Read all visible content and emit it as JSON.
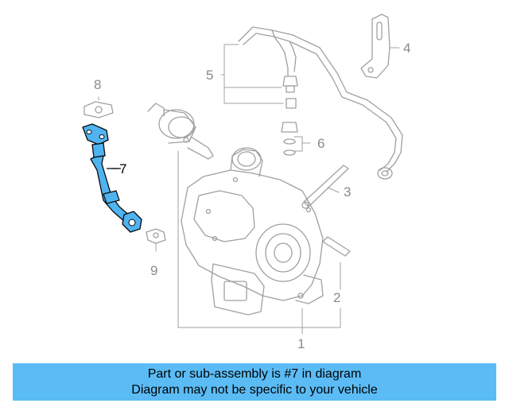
{
  "callouts": {
    "c1": "1",
    "c2": "2",
    "c3": "3",
    "c4": "4",
    "c5": "5",
    "c6": "6",
    "c7": "7",
    "c8": "8",
    "c9": "9"
  },
  "banner": {
    "line1": "Part or sub-assembly is #7 in diagram",
    "line2": "Diagram may not be specific to your vehicle"
  },
  "colors": {
    "highlight_part": "#4fb3f0",
    "banner_bg": "#5bbcf5",
    "line_art": "#9a9a9a"
  }
}
